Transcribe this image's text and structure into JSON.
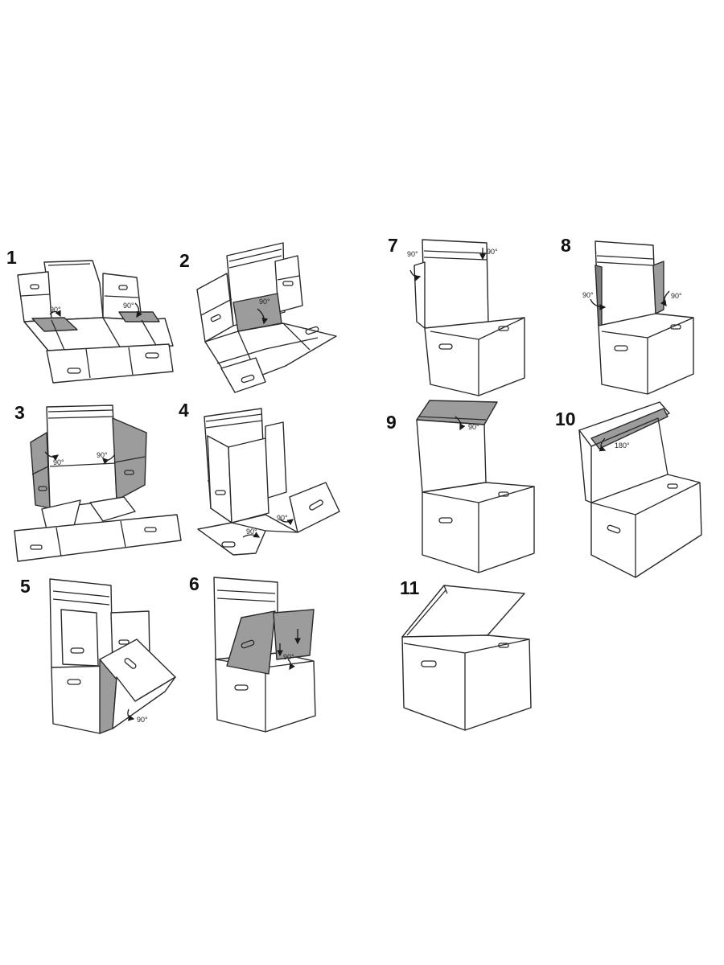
{
  "steps": [
    {
      "num": "1",
      "labels": [
        "90°",
        "90°"
      ]
    },
    {
      "num": "2",
      "labels": [
        "90°"
      ]
    },
    {
      "num": "3",
      "labels": [
        "90°",
        "90°"
      ]
    },
    {
      "num": "4",
      "labels": [
        "90°",
        "90°"
      ]
    },
    {
      "num": "5",
      "labels": [
        "90°"
      ]
    },
    {
      "num": "6",
      "labels": [
        "90°"
      ]
    },
    {
      "num": "7",
      "labels": [
        "90°",
        "90°"
      ]
    },
    {
      "num": "8",
      "labels": [
        "90°",
        "90°"
      ]
    },
    {
      "num": "9",
      "labels": [
        "90°"
      ]
    },
    {
      "num": "10",
      "labels": [
        "180°"
      ]
    },
    {
      "num": "11",
      "labels": []
    }
  ]
}
